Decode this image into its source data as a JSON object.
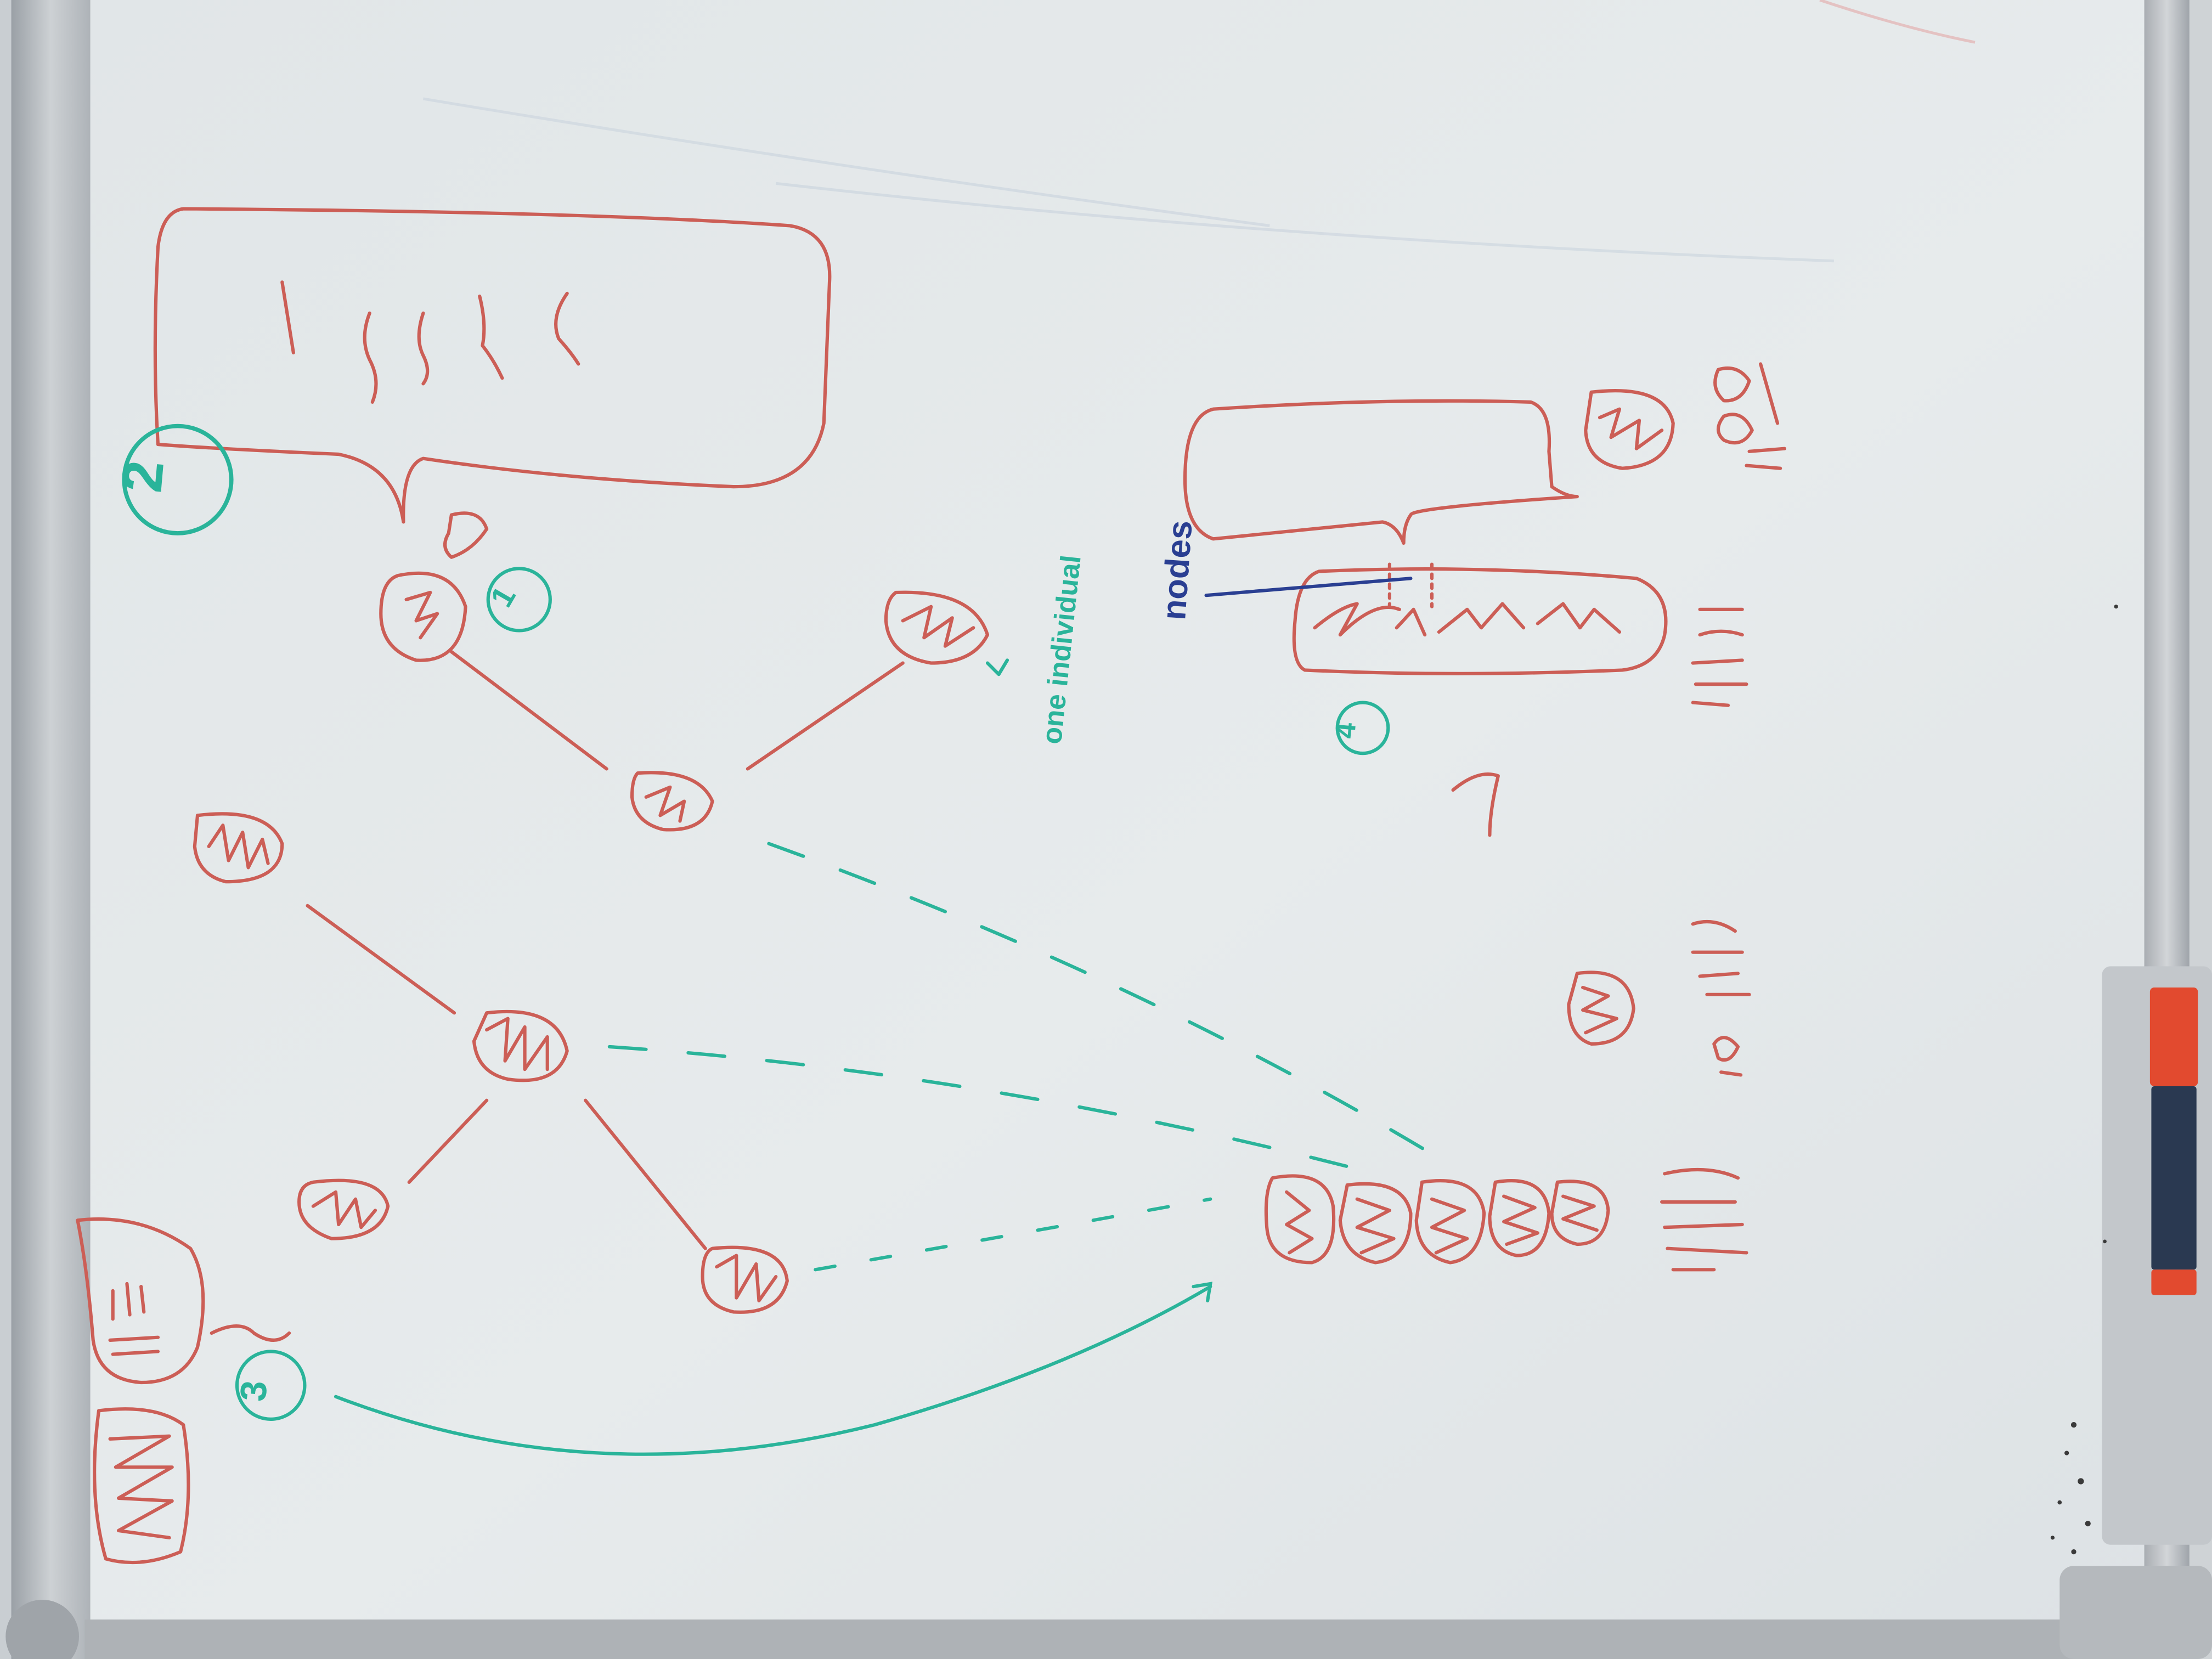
{
  "scene": {
    "subject": "whiteboard",
    "pen": "red marker",
    "colors": {
      "board": "#e4e8ea",
      "frame": "#b8bcc0",
      "red_ink": "#cc5e56",
      "teal_ink": "#2ab49a",
      "blue_ink": "#2a3f92",
      "marker_cap": "#e24a2f",
      "marker_body": "#2a3951"
    }
  },
  "labels": {
    "one_individual": "one individual",
    "nodes": "nodes",
    "num_1": "1",
    "num_2": "2",
    "num_3": "3",
    "num_4": "4"
  }
}
